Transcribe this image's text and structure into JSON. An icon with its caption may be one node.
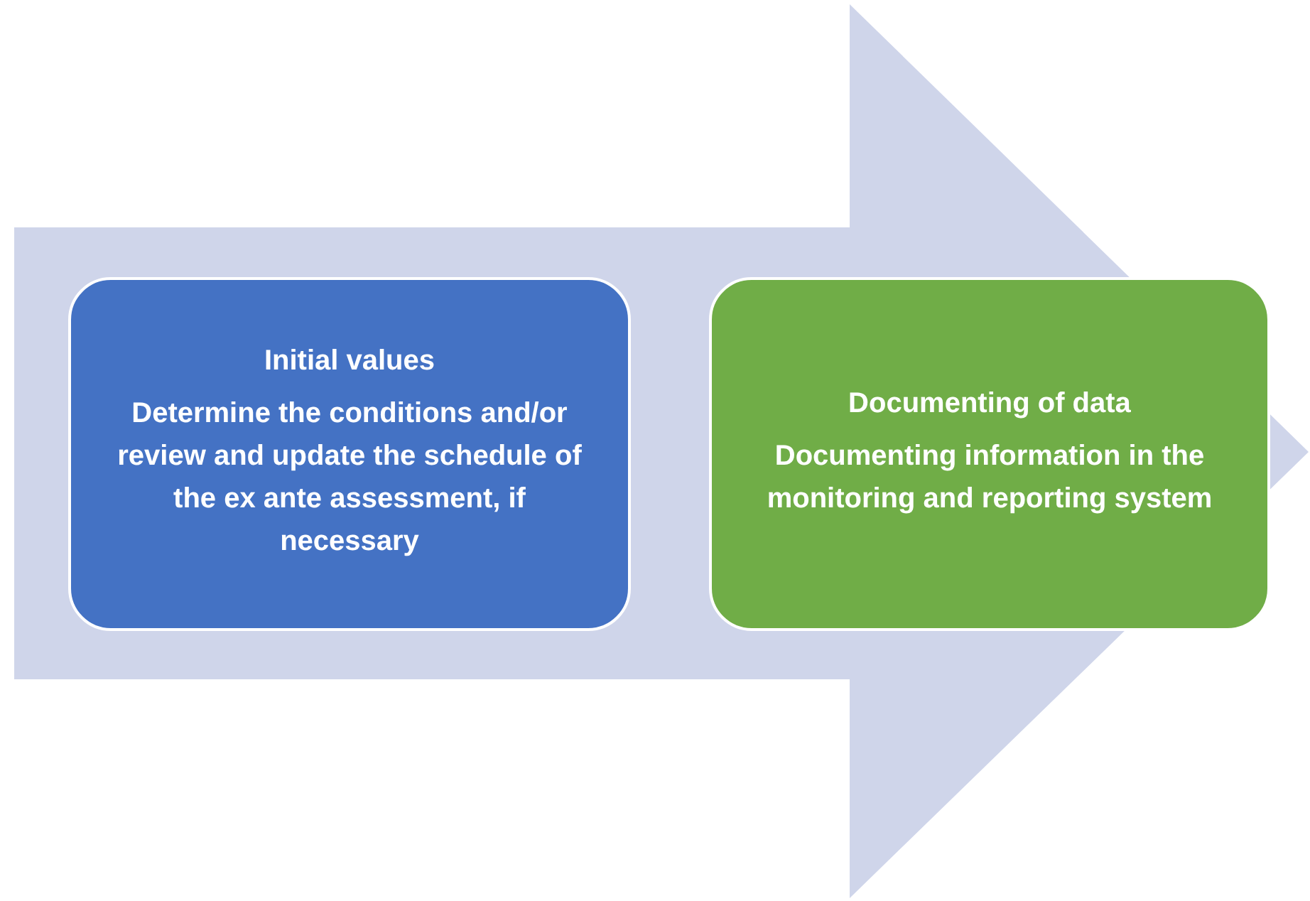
{
  "diagram": {
    "nodes": [
      {
        "text": [
          "Initial values",
          "Determine the conditions and/or review and update the schedule of the ex ante assessment, if necessary"
        ]
      },
      {
        "text": [
          "Documenting of data",
          "Documenting information in the monitoring and reporting system"
        ]
      }
    ]
  }
}
